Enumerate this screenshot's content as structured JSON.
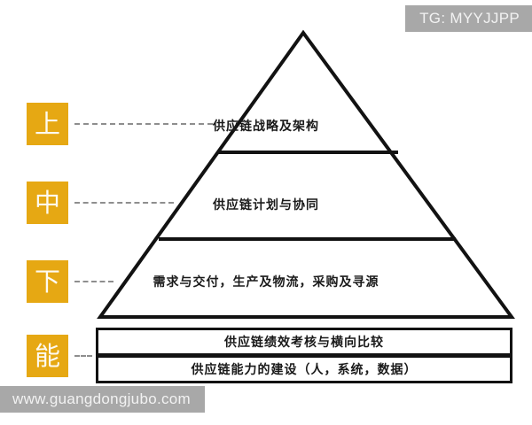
{
  "watermarks": {
    "top_right": "TG: MYYJJPP",
    "bottom_left": "www.guangdongjubo.com"
  },
  "colors": {
    "label_background": "#e6a813",
    "label_text": "#fdfaf0",
    "outline": "#121212",
    "connector": "#8e8e8e",
    "watermark_background": "#a8a8a8",
    "watermark_text": "#f2f2f2",
    "page_background": "#ffffff"
  },
  "diagram": {
    "type": "pyramid",
    "tiers": [
      {
        "label": "上",
        "text": "供应链战略及架构",
        "shape": "triangle-apex"
      },
      {
        "label": "中",
        "text": "供应链计划与协同",
        "shape": "trapezoid"
      },
      {
        "label": "下",
        "text": "需求与交付，生产及物流，采购及寻源",
        "shape": "trapezoid"
      },
      {
        "label": "能",
        "text": "",
        "shape": "base-boxes"
      }
    ],
    "base_boxes": [
      {
        "text": "供应链绩效考核与横向比较"
      },
      {
        "text": "供应链能力的建设（人，系统，数据）"
      }
    ]
  }
}
